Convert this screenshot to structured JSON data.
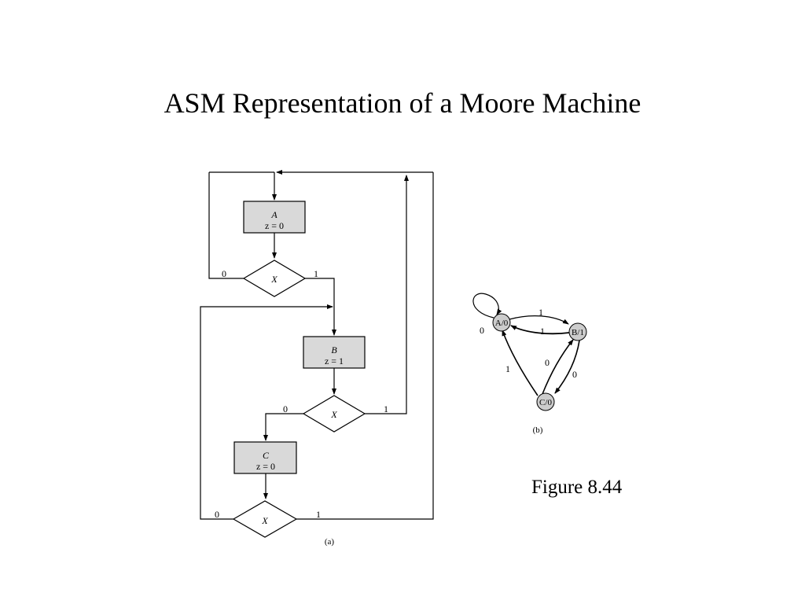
{
  "title": "ASM Representation of a Moore Machine",
  "figure_label": "Figure 8.44",
  "asm_chart": {
    "caption": "(a)",
    "states": [
      {
        "name": "A",
        "output": "z = 0"
      },
      {
        "name": "B",
        "output": "z = 1"
      },
      {
        "name": "C",
        "output": "z = 0"
      }
    ],
    "decisions": [
      {
        "input": "X",
        "branch_false": "0",
        "branch_true": "1"
      },
      {
        "input": "X",
        "branch_false": "0",
        "branch_true": "1"
      },
      {
        "input": "X",
        "branch_false": "0",
        "branch_true": "1"
      }
    ]
  },
  "state_diagram": {
    "caption": "(b)",
    "nodes": [
      "A/0",
      "B/1",
      "C/0"
    ],
    "edges": [
      {
        "from": "A/0",
        "to": "A/0",
        "label": "0"
      },
      {
        "from": "A/0",
        "to": "B/1",
        "label": "1"
      },
      {
        "from": "B/1",
        "to": "A/0",
        "label": "1"
      },
      {
        "from": "B/1",
        "to": "C/0",
        "label": "0"
      },
      {
        "from": "C/0",
        "to": "B/1",
        "label": "0"
      },
      {
        "from": "C/0",
        "to": "A/0",
        "label": "1"
      }
    ]
  }
}
